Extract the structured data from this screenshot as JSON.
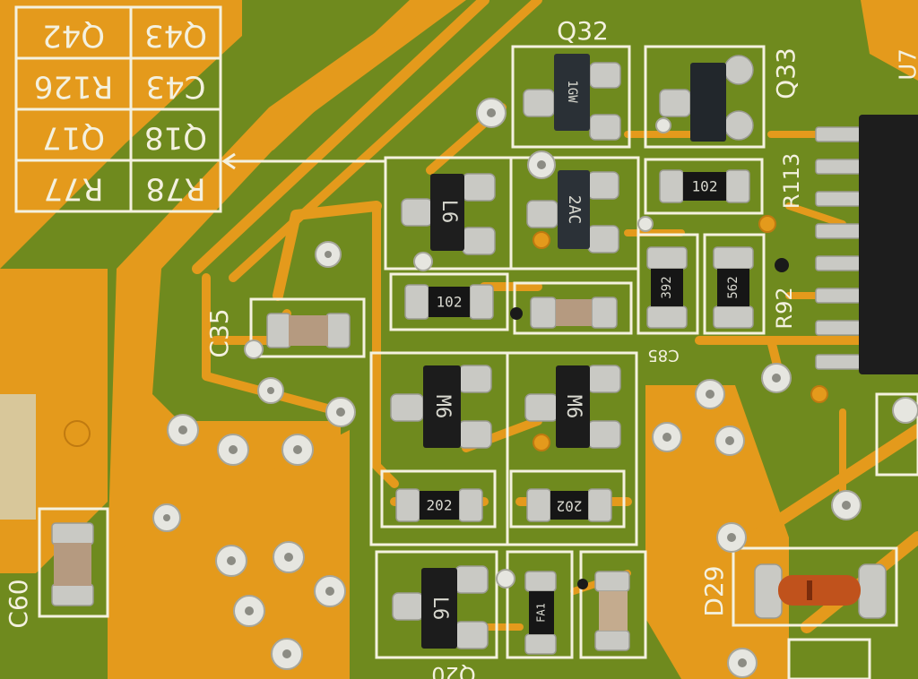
{
  "grid_labels": {
    "row1": {
      "left": "Q42",
      "right": "Q43"
    },
    "row2": {
      "left": "R126",
      "right": "C43"
    },
    "row3": {
      "left": "Q17",
      "right": "Q18"
    },
    "row4": {
      "left": "R77",
      "right": "R78"
    }
  },
  "silkscreen": {
    "q32": "Q32",
    "q33": "Q33",
    "r113": "R113",
    "c35": "C35",
    "r92": "R92",
    "c60": "C60",
    "d29": "D29",
    "u7": "U7",
    "q20_partial": "Q20",
    "c85_partial": "C85"
  },
  "component_markings": {
    "q_top_left": "L6",
    "q_center": "2AC",
    "q32_body": "1GW",
    "res_102_a": "102",
    "res_102_b": "102",
    "res_392": "392",
    "res_562": "562",
    "m6_left": "M6",
    "m6_right": "M6",
    "res_202_left": "202",
    "res_202_right": "202",
    "q_bottom_left": "L6",
    "diode_small": "FA1"
  },
  "colors": {
    "mask_green": "#6f8a1e",
    "copper_orange": "#e49a1c",
    "silk_white": "#f4f1df",
    "solder_silver": "#c9c9c4",
    "chip_black": "#1c1c1c",
    "ceramic_tan": "#b59a80",
    "diode_glass": "#c0521c"
  }
}
